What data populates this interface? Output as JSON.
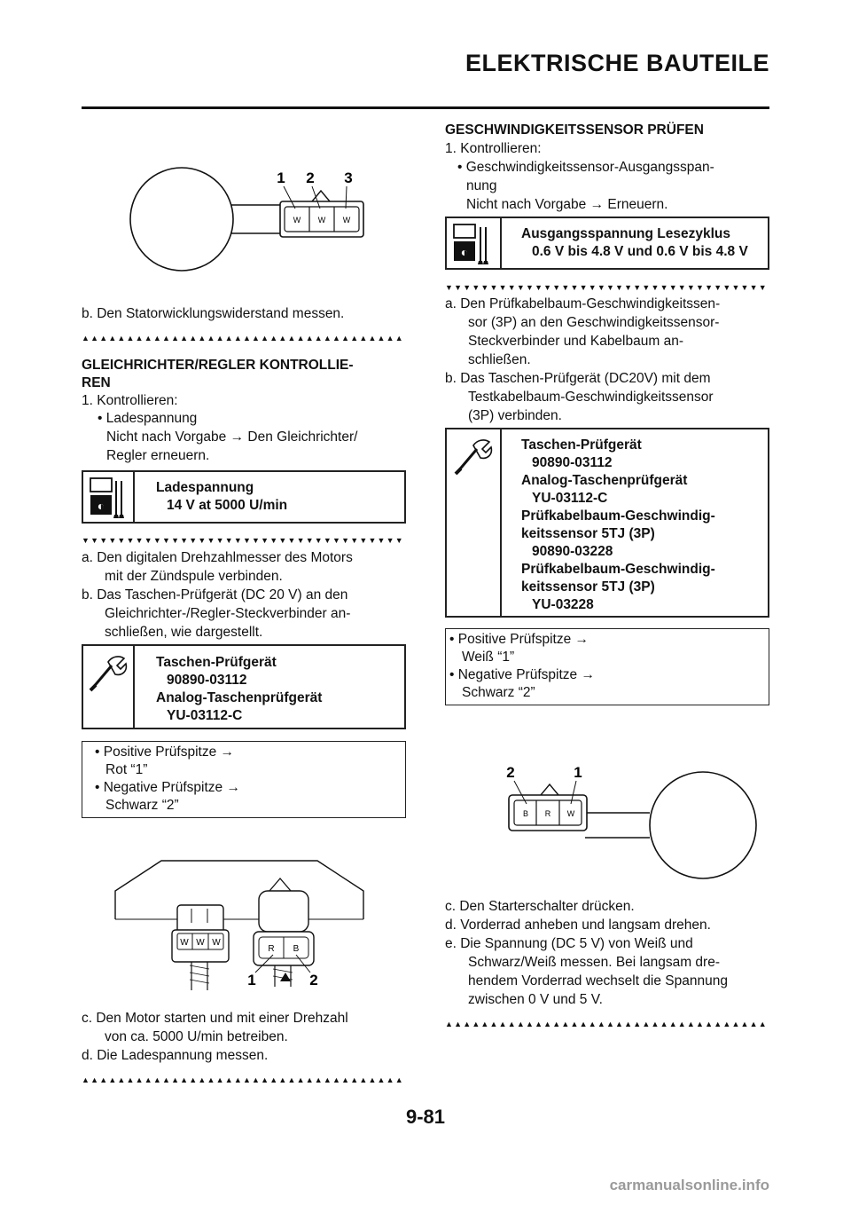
{
  "header": {
    "title": "ELEKTRISCHE BAUTEILE"
  },
  "left": {
    "fig1": {
      "labels": [
        "1",
        "2",
        "3"
      ],
      "pins": [
        "W",
        "W",
        "W"
      ]
    },
    "step_b_stator": "b.  Den Statorwicklungswiderstand messen.",
    "section_title": [
      "GLEICHRICHTER/REGLER KONTROLLIE-",
      "REN"
    ],
    "check_1": "1.  Kontrollieren:",
    "check_bullet": "• Ladespannung",
    "check_line1": "Nicht nach Vorgabe → Den Gleichrichter/",
    "check_line2": "Regler erneuern.",
    "spec_label": "Ladespannung",
    "spec_value": "14 V at 5000 U/min",
    "steps_a": [
      "a.  Den digitalen Drehzahlmesser des Motors",
      "mit der Zündspule verbinden."
    ],
    "steps_b": [
      "b.  Das Taschen-Prüfgerät (DC 20 V) an den",
      "Gleichrichter-/Regler-Steckverbinder an-",
      "schließen, wie dargestellt."
    ],
    "tool_lines": [
      "Taschen-Prüfgerät",
      "90890-03112",
      "Analog-Taschenprüfgerät",
      "YU-03112-C"
    ],
    "probe_lines": [
      "• Positive Prüfspitze →",
      "Rot “1”",
      "• Negative Prüfspitze →",
      "Schwarz “2”"
    ],
    "fig2": {
      "labels": [
        "1",
        "2"
      ],
      "pins_left": [
        "W",
        "W",
        "W"
      ],
      "pins_right": [
        "R",
        "B"
      ]
    },
    "steps_c": [
      "c.  Den Motor starten und mit einer Drehzahl",
      "von ca. 5000 U/min betreiben."
    ],
    "steps_d": "d.  Die Ladespannung messen."
  },
  "right": {
    "section_title": "GESCHWINDIGKEITSSENSOR PRÜFEN",
    "check_1": "1.  Kontrollieren:",
    "check_bullet1": "• Geschwindigkeitssensor-Ausgangsspan-",
    "check_bullet2": "nung",
    "check_line": "Nicht nach Vorgabe → Erneuern.",
    "spec_label": "Ausgangsspannung Lesezyklus",
    "spec_value": "0.6 V bis 4.8 V und 0.6 V bis 4.8 V",
    "steps_a": [
      "a.  Den Prüfkabelbaum-Geschwindigkeitssen-",
      "sor (3P) an den Geschwindigkeitssensor-",
      "Steckverbinder und Kabelbaum an-",
      "schließen."
    ],
    "steps_b": [
      "b.  Das Taschen-Prüfgerät (DC20V) mit dem",
      "Testkabelbaum-Geschwindigkeitssensor",
      "(3P) verbinden."
    ],
    "tool_lines": [
      "Taschen-Prüfgerät",
      "90890-03112",
      "Analog-Taschenprüfgerät",
      "YU-03112-C",
      "Prüfkabelbaum-Geschwindig-",
      "keitssensor 5TJ (3P)",
      "90890-03228",
      "Prüfkabelbaum-Geschwindig-",
      "keitssensor 5TJ (3P)",
      "YU-03228"
    ],
    "probe_lines": [
      "• Positive Prüfspitze →",
      "Weiß “1”",
      "• Negative Prüfspitze →",
      "Schwarz “2”"
    ],
    "fig3": {
      "labels": [
        "2",
        "1"
      ],
      "pins": [
        "B",
        "R",
        "W"
      ]
    },
    "steps_cde": [
      "c.  Den Starterschalter drücken.",
      "d.  Vorderrad anheben und langsam drehen.",
      "e.  Die Spannung (DC 5 V) von Weiß und",
      "Schwarz/Weiß messen. Bei langsam dre-",
      "hendem Vorderrad wechselt die Spannung",
      "zwischen 0 V und 5 V."
    ]
  },
  "page_number": "9-81",
  "footer": "carmanualsonline.info"
}
